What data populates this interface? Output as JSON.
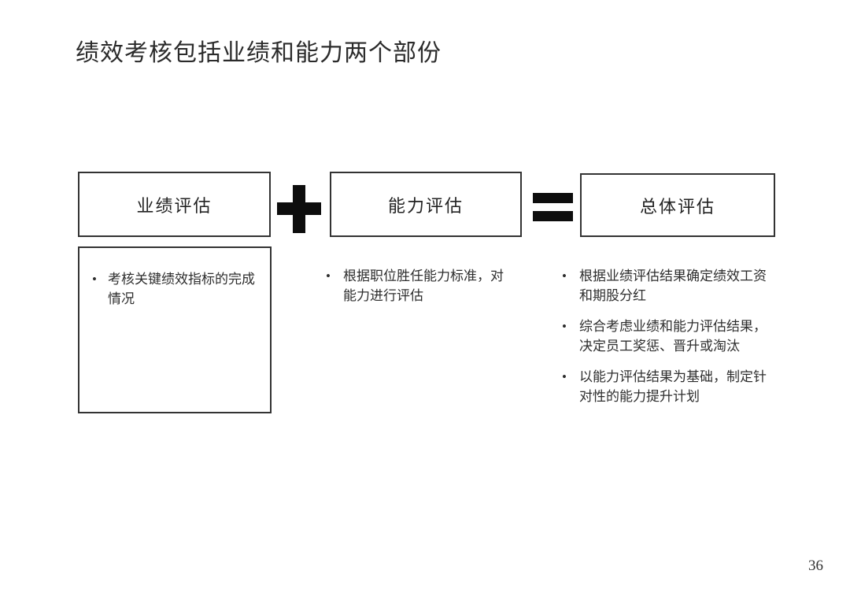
{
  "slide": {
    "title": "绩效考核包括业绩和能力两个部份",
    "page_number": "36"
  },
  "diagram": {
    "boxes": [
      {
        "label": "业绩评估"
      },
      {
        "label": "能力评估"
      },
      {
        "label": "总体评估"
      }
    ],
    "operators": [
      {
        "name": "plus-icon",
        "symbol": "+"
      },
      {
        "name": "equals-icon",
        "symbol": "="
      }
    ],
    "columns": [
      {
        "boxed": true,
        "bullets": [
          "考核关键绩效指标的完成情况"
        ]
      },
      {
        "boxed": false,
        "bullets": [
          "根据职位胜任能力标准，对能力进行评估"
        ]
      },
      {
        "boxed": false,
        "bullets": [
          "根据业绩评估结果确定绩效工资和期股分红",
          "综合考虑业绩和能力评估结果，决定员工奖惩、晋升或淘汰",
          "以能力评估结果为基础，制定针对性的能力提升计划"
        ]
      }
    ]
  },
  "colors": {
    "background": "#ffffff",
    "text": "#2b2b2b",
    "border": "#333333",
    "operator": "#0d0d0d"
  }
}
